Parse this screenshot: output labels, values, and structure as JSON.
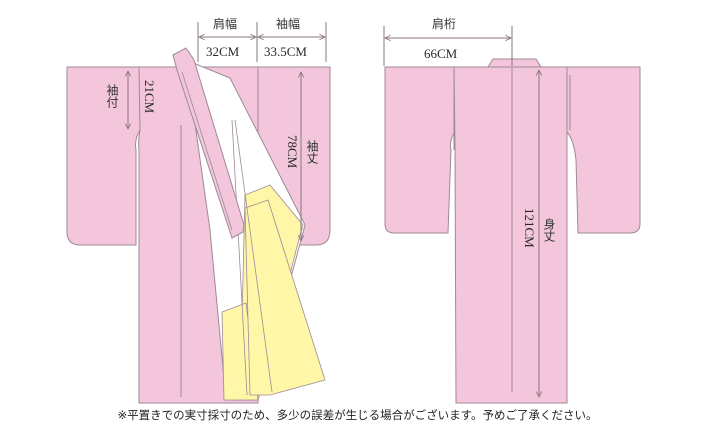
{
  "colors": {
    "kimono_pink": "#F3C6DC",
    "outline": "#9C8A96",
    "lining_white": "#FFFFFF",
    "lining_yellow": "#FFF6A8",
    "dimension_line": "#8A7680"
  },
  "front_view": {
    "shoulder_width": {
      "label": "肩幅",
      "value": "32CM"
    },
    "sleeve_width": {
      "label": "袖幅",
      "value": "33.5CM"
    },
    "sleeve_attachment": {
      "label": "袖付",
      "value": "21CM"
    },
    "sleeve_length": {
      "label": "袖丈",
      "value": "78CM"
    }
  },
  "back_view": {
    "yuki": {
      "label": "肩桁",
      "value": "66CM"
    },
    "body_length": {
      "label": "身丈",
      "value": "121CM"
    }
  },
  "footnote": "※平置きでの実寸採寸のため、多少の誤差が生じる場合がございます。予めご了承ください。"
}
